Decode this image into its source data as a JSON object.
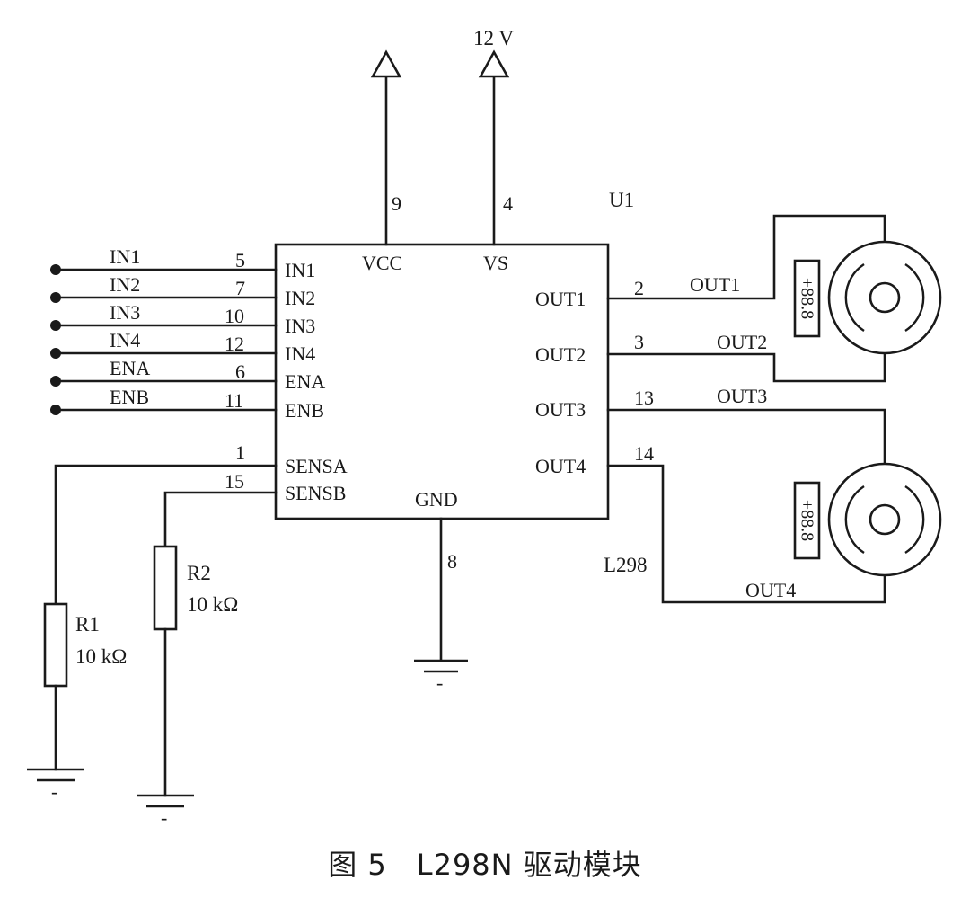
{
  "caption": "图 5　L298N 驱动模块",
  "supply": {
    "vs_label": "12 V"
  },
  "chip": {
    "ref": "U1",
    "part": "L298",
    "power": {
      "vcc": {
        "name": "VCC",
        "pin": "9"
      },
      "vs": {
        "name": "VS",
        "pin": "4"
      },
      "gnd": {
        "name": "GND",
        "pin": "8"
      }
    },
    "inputs": [
      {
        "name": "IN1",
        "pin": "5",
        "net": "IN1"
      },
      {
        "name": "IN2",
        "pin": "7",
        "net": "IN2"
      },
      {
        "name": "IN3",
        "pin": "10",
        "net": "IN3"
      },
      {
        "name": "IN4",
        "pin": "12",
        "net": "IN4"
      },
      {
        "name": "ENA",
        "pin": "6",
        "net": "ENA"
      },
      {
        "name": "ENB",
        "pin": "11",
        "net": "ENB"
      }
    ],
    "sense": [
      {
        "name": "SENSA",
        "pin": "1"
      },
      {
        "name": "SENSB",
        "pin": "15"
      }
    ],
    "outputs": [
      {
        "name": "OUT1",
        "pin": "2",
        "net": "OUT1"
      },
      {
        "name": "OUT2",
        "pin": "3",
        "net": "OUT2"
      },
      {
        "name": "OUT3",
        "pin": "13",
        "net": "OUT3"
      },
      {
        "name": "OUT4",
        "pin": "14",
        "net": "OUT4"
      }
    ]
  },
  "resistors": [
    {
      "ref": "R1",
      "value": "10 kΩ"
    },
    {
      "ref": "R2",
      "value": "10 kΩ"
    }
  ],
  "motors": [
    {
      "display": "+88.8"
    },
    {
      "display": "+88.8"
    }
  ],
  "ground_symbol_mark": "-"
}
